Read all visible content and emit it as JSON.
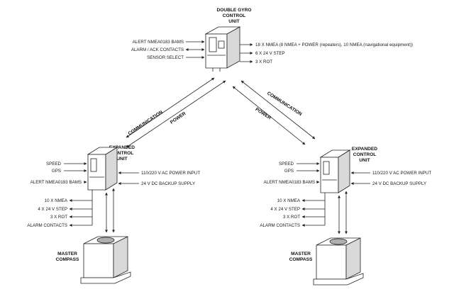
{
  "top_unit": {
    "title": [
      "DOUBLE GYRO",
      "CONTROL",
      "UNIT"
    ],
    "inputs": [
      "ALERT NMEA0183 BAMS",
      "ALARM / ACK CONTACTS",
      "SENSOR SELECT"
    ],
    "outputs": [
      "18 X NMEA (8 NMEA + POWER (repeaters), 10 NMEA (navigational equipment))",
      "6 X 24 V STEP",
      "3 X ROT"
    ]
  },
  "left_link": {
    "communication": "COMMUNICATION",
    "power": "POWER"
  },
  "right_link": {
    "communication": "COMMUNICATION",
    "power": "POWER"
  },
  "left_unit": {
    "title": [
      "EXPANDED",
      "CONTROL",
      "UNIT"
    ],
    "inputs": [
      "SPEED",
      "GPS"
    ],
    "alert": "ALERT NMEA0183 BAMS",
    "power_inputs": [
      "110/220 V AC POWER INPUT",
      "24 V DC BACKUP SUPPLY"
    ],
    "outputs": [
      "10 X NMEA",
      "4 X 24 V STEP",
      "3 X ROT",
      "ALARM CONTACTS"
    ],
    "compass": [
      "MASTER",
      "COMPASS"
    ]
  },
  "right_unit": {
    "title": [
      "EXPANDED",
      "CONTROL",
      "UNIT"
    ],
    "inputs": [
      "SPEED",
      "GPS"
    ],
    "alert": "ALERT NMEA0183 BAMS",
    "power_inputs": [
      "110/220 V AC POWER INPUT",
      "24 V DC BACKUP SUPPLY"
    ],
    "outputs": [
      "10 X NMEA",
      "4 X 24 V STEP",
      "3 X ROT",
      "ALARM CONTACTS"
    ],
    "compass": [
      "MASTER",
      "COMPASS"
    ]
  }
}
